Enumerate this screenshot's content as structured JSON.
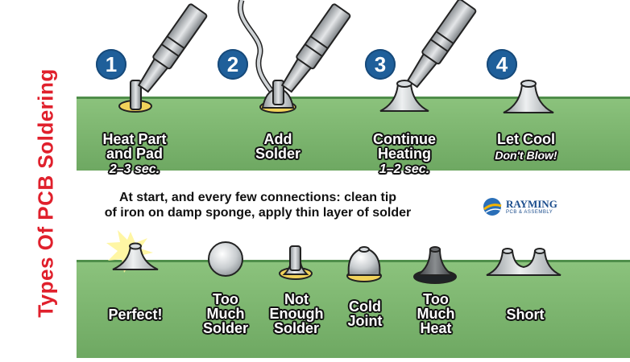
{
  "side_title": "Types Of PCB Soldering",
  "steps": [
    {
      "number": "1",
      "line1": "Heat Part",
      "line2": "and Pad",
      "note": "2–3 sec."
    },
    {
      "number": "2",
      "line1": "Add",
      "line2": "Solder",
      "note": ""
    },
    {
      "number": "3",
      "line1": "Continue",
      "line2": "Heating",
      "note": "1–2 sec."
    },
    {
      "number": "4",
      "line1": "Let Cool",
      "line2": "",
      "note": "Don't Blow!"
    }
  ],
  "tip_line1": "At start, and every few connections: clean tip",
  "tip_line2": "of iron on damp sponge, apply thin layer of solder",
  "logo": {
    "name": "RAYMING",
    "tagline": "PCB & ASSEMBLY"
  },
  "joints": [
    {
      "l1": "Perfect!",
      "l2": "",
      "l3": ""
    },
    {
      "l1": "Too",
      "l2": "Much",
      "l3": "Solder"
    },
    {
      "l1": "Not",
      "l2": "Enough",
      "l3": "Solder"
    },
    {
      "l1": "Cold",
      "l2": "Joint",
      "l3": ""
    },
    {
      "l1": "Too",
      "l2": "Much",
      "l3": "Heat"
    },
    {
      "l1": "Short",
      "l2": "",
      "l3": ""
    }
  ],
  "colors": {
    "board": "#7fb872",
    "board_dark": "#4f8e4a",
    "title": "#e0202c",
    "badge": "#1f5f9a"
  }
}
